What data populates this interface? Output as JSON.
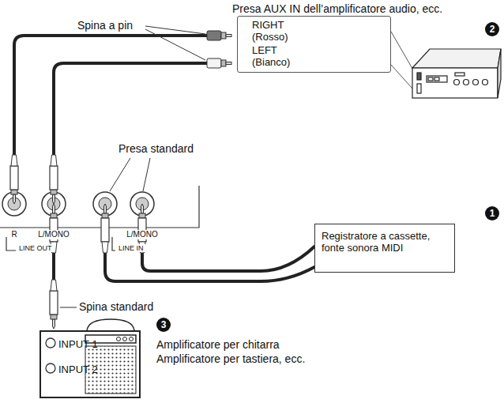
{
  "diagram": {
    "nodes": [
      {
        "text": [
          "RIGHT (Rosso)",
          "LEFT (Bianco)"
        ]
      },
      {
        "text": [
          "Registratore a cassette, fonte sonora MIDI"
        ]
      },
      {
        "text": [
          "INPUT 1",
          "INPUT 2"
        ]
      }
    ],
    "labels": [
      "Presa AUX IN dell’amplificatore audio, ecc.",
      "2",
      "Spina a pin",
      "Presa standard",
      "R",
      "L/MONO",
      "LINE OUT",
      "L/MONO",
      "LINE IN",
      "1",
      "Spina standard",
      "3",
      "Amplificatore per chitarra",
      "Amplificatore per tastiera, ecc."
    ]
  }
}
